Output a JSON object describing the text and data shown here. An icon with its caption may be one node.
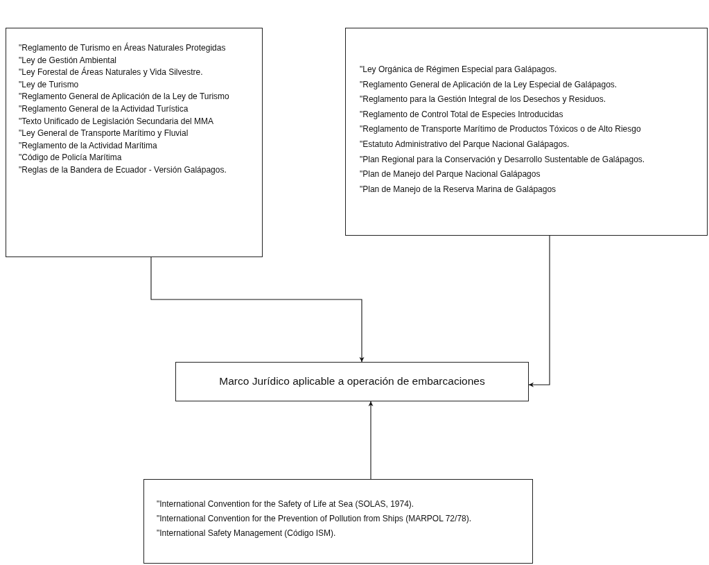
{
  "diagram": {
    "nodes": [
      {
        "text": [
          "\"Reglamento de Turismo en Áreas Naturales Protegidas",
          "\"Ley de Gestión Ambiental",
          "\"Ley Forestal de Áreas Naturales y Vida Silvestre.",
          "\"Ley de Turismo",
          "\"Reglamento General de Aplicación de la Ley de Turismo",
          "\"Reglamento General de la Actividad Turística",
          "\"Texto Unificado de Legislación Secundaria del MMA",
          "\"Ley General de Transporte Marítimo y Fluvial",
          "\"Reglamento de la Actividad Marítima",
          "\"Código de Policía Marítima",
          "\"Reglas de la Bandera de Ecuador  - Versión Galápagos."
        ]
      },
      {
        "text": [
          "\"Ley Orgánica de Régimen Especial para Galápagos.",
          "\"Reglamento General de Aplicación de la Ley Especial de Galápagos.",
          "\"Reglamento para la Gestión Integral de los Desechos y Residuos.",
          "\"Reglamento de Control Total de Especies Introducidas",
          "\"Reglamento de Transporte Marítimo de Productos Tóxicos o de Alto Riesgo",
          "\"Estatuto Administrativo del Parque Nacional Galápagos.",
          "\"Plan Regional para la Conservación y Desarrollo Sustentable de Galápagos.",
          "\"Plan de Manejo del Parque Nacional Galápagos",
          "\"Plan de Manejo de la Reserva Marina de Galápagos"
        ]
      },
      {
        "text": [
          "Marco Jurídico aplicable a operación de embarcaciones"
        ]
      },
      {
        "text": [
          "\"International Convention for the Safety of Life at Sea (SOLAS, 1974).",
          "\"International Convention for the Prevention of Pollution from Ships (MARPOL 72/78).",
          "\"International Safety Management (Código ISM)."
        ]
      }
    ],
    "edges": [
      {
        "from": 0,
        "to": 2,
        "arrow": "to"
      },
      {
        "from": 1,
        "to": 2,
        "arrow": "to"
      },
      {
        "from": 3,
        "to": 2,
        "arrow": "to"
      }
    ]
  }
}
